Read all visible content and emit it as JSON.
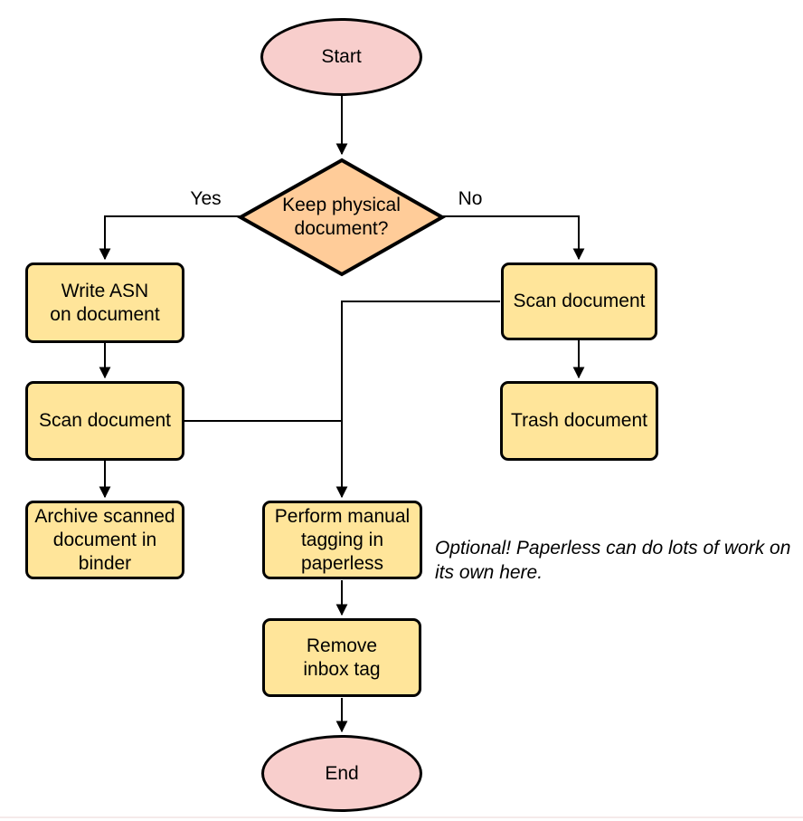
{
  "palette": {
    "terminal_fill": "#f8cecc",
    "decision_fill": "#ffcc99",
    "process_fill": "#ffe59a",
    "stroke": "#000000"
  },
  "nodes": {
    "start": {
      "label": "Start",
      "shape": "ellipse"
    },
    "decision": {
      "label": "Keep physical\ndocument?",
      "shape": "diamond"
    },
    "write_asn": {
      "label": "Write ASN\non document",
      "shape": "rounded-rect"
    },
    "scan_left": {
      "label": "Scan document",
      "shape": "rounded-rect"
    },
    "archive": {
      "label": "Archive scanned\ndocument in\nbinder",
      "shape": "rounded-rect"
    },
    "scan_right": {
      "label": "Scan document",
      "shape": "rounded-rect"
    },
    "trash": {
      "label": "Trash document",
      "shape": "rounded-rect"
    },
    "tagging": {
      "label": "Perform manual\ntagging in\npaperless",
      "shape": "rounded-rect"
    },
    "remove_inbox": {
      "label": "Remove\ninbox tag",
      "shape": "rounded-rect"
    },
    "end": {
      "label": "End",
      "shape": "ellipse"
    }
  },
  "edge_labels": {
    "yes": "Yes",
    "no": "No"
  },
  "note": "Optional! Paperless can do lots of work on\nits own here."
}
